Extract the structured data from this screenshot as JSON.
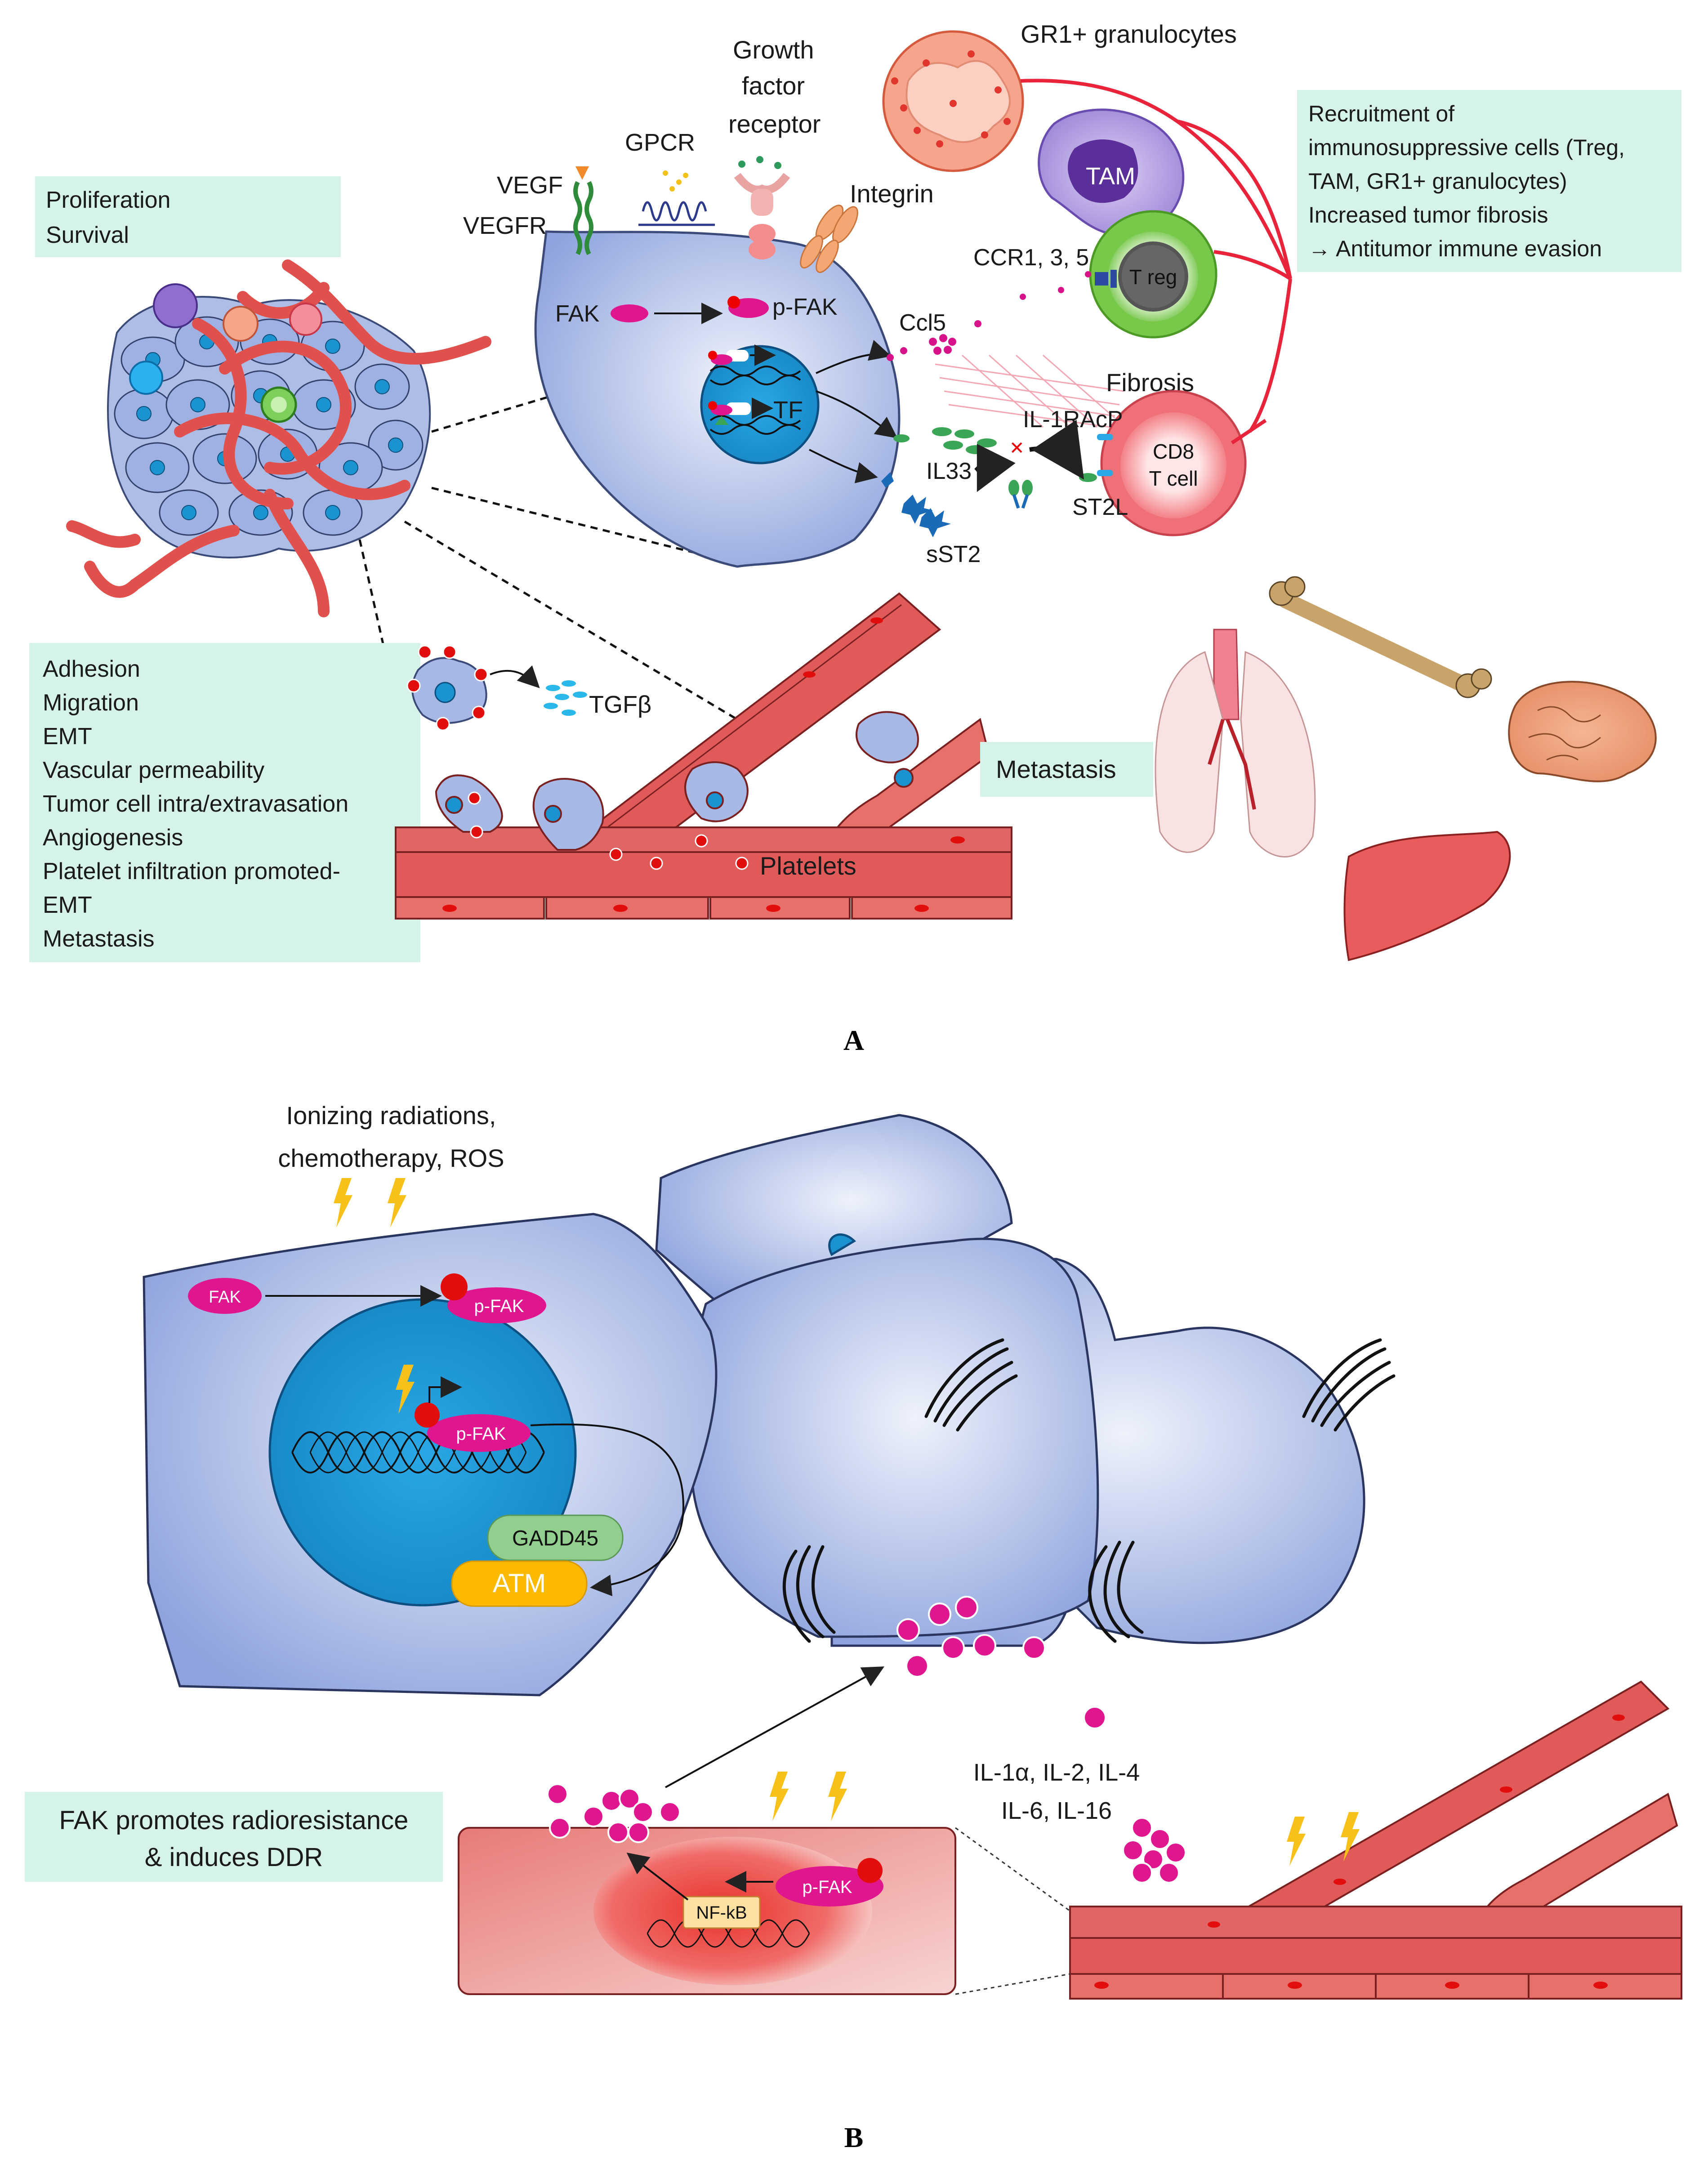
{
  "panel_a": {
    "label": "A",
    "boxes": {
      "proliferation": [
        "Proliferation",
        "Survival"
      ],
      "adhesion": [
        "Adhesion",
        "Migration",
        "EMT",
        "Vascular  permeability",
        "Tumor cell intra/extravasation",
        "Angiogenesis",
        "Platelet infiltration promoted-",
        "EMT",
        "Metastasis"
      ],
      "recruitment": [
        "Recruitment of",
        "immunosuppressive  cells (Treg,",
        "TAM, GR1+ granulocytes)",
        "Increased tumor fibrosis",
        "→ Antitumor immune evasion"
      ],
      "metastasis": "Metastasis"
    },
    "receptors": {
      "vegf": "VEGF",
      "vegfr": "VEGFR",
      "gpcr": "GPCR",
      "growth_factor": [
        "Growth",
        "factor",
        "receptor"
      ],
      "integrin": "Integrin"
    },
    "cell": {
      "fak": "FAK",
      "pfak": "p-FAK",
      "tf": "TF"
    },
    "immune": {
      "gr1": "GR1+ granulocytes",
      "tam": "TAM",
      "treg": "T reg",
      "ccr": "CCR1, 3, 5",
      "ccl5": "Ccl5",
      "fibrosis": "Fibrosis",
      "il1racp": "IL-1RAcP",
      "cd8": [
        "CD8",
        "T cell"
      ],
      "il33": "IL33",
      "st2l": "ST2L",
      "sst2": "sST2"
    },
    "tgfb": "TGFβ",
    "platelets": "Platelets"
  },
  "panel_b": {
    "label": "B",
    "stress": [
      "Ionizing radiations,",
      "chemotherapy, ROS"
    ],
    "fak": "FAK",
    "pfak_membrane": "p-FAK",
    "pfak_nucleus": "p-FAK",
    "gadd45": "GADD45",
    "atm": "ATM",
    "box": [
      "FAK promotes radioresistance",
      "& induces  DDR"
    ],
    "nfkb": "NF-kB",
    "pfak_endo": "p-FAK",
    "interleukins": [
      "IL-1α, IL-2, IL-4",
      "IL-6, IL-16"
    ]
  },
  "colors": {
    "cell_blue": "#a8b8e4",
    "nucleus_blue": "#1a93d0",
    "magenta": "#e0168e",
    "vessel_red": "#e05a5a",
    "mint_box": "#d6f3ea",
    "bolt_yellow": "#f7c11a"
  }
}
